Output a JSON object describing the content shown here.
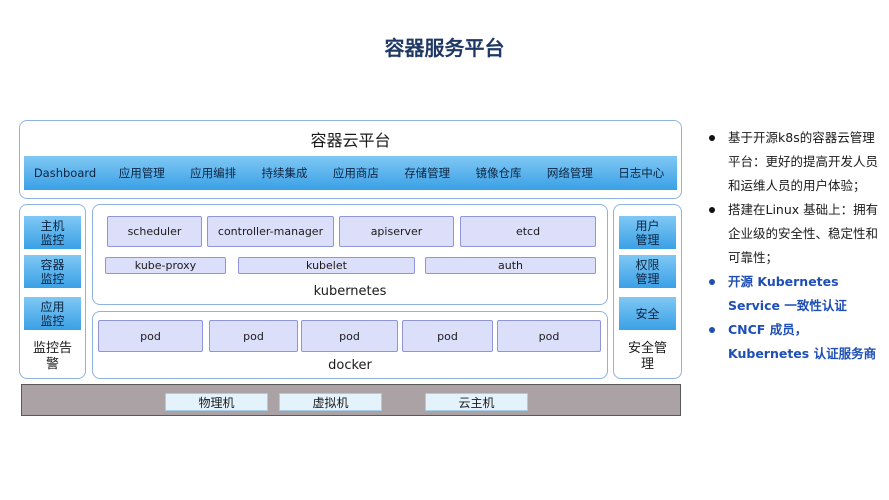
{
  "title": "容器服务平台",
  "platform": {
    "title": "容器云平台",
    "nav": [
      "Dashboard",
      "应用管理",
      "应用编排",
      "持续集成",
      "应用商店",
      "存储管理",
      "镜像仓库",
      "网络管理",
      "日志中心"
    ]
  },
  "monitoring": {
    "items": [
      "主机\n监控",
      "容器\n监控",
      "应用\n监控"
    ],
    "label": "监控告\n警"
  },
  "security": {
    "items": [
      "用户\n管理",
      "权限\n管理",
      "安全"
    ],
    "label": "安全管\n理"
  },
  "kubernetes": {
    "row1": [
      "scheduler",
      "controller-manager",
      "apiserver",
      "etcd"
    ],
    "row2": [
      "kube-proxy",
      "kubelet",
      "auth"
    ],
    "label": "kubernetes"
  },
  "docker": {
    "pods": [
      "pod",
      "pod",
      "pod",
      "pod",
      "pod"
    ],
    "label": "docker"
  },
  "infrastructure": [
    "物理机",
    "虚拟机",
    "云主机"
  ],
  "bullets": [
    {
      "text": "基于开源k8s的容器云管理平台：更好的提高开发人员和运维人员的用户体验；",
      "highlight": false
    },
    {
      "text": "搭建在Linux 基础上：拥有企业级的安全性、稳定性和可靠性；",
      "highlight": false
    },
    {
      "text": "开源 Kubernetes Service 一致性认证",
      "highlight": true
    },
    {
      "text": "CNCF 成员，Kubernetes 认证服务商",
      "highlight": true
    }
  ],
  "colors": {
    "title": "#1f3864",
    "accent_blue": "#3aa0e6",
    "component_fill": "#dcdffa",
    "highlight_text": "#1f4fb4"
  }
}
